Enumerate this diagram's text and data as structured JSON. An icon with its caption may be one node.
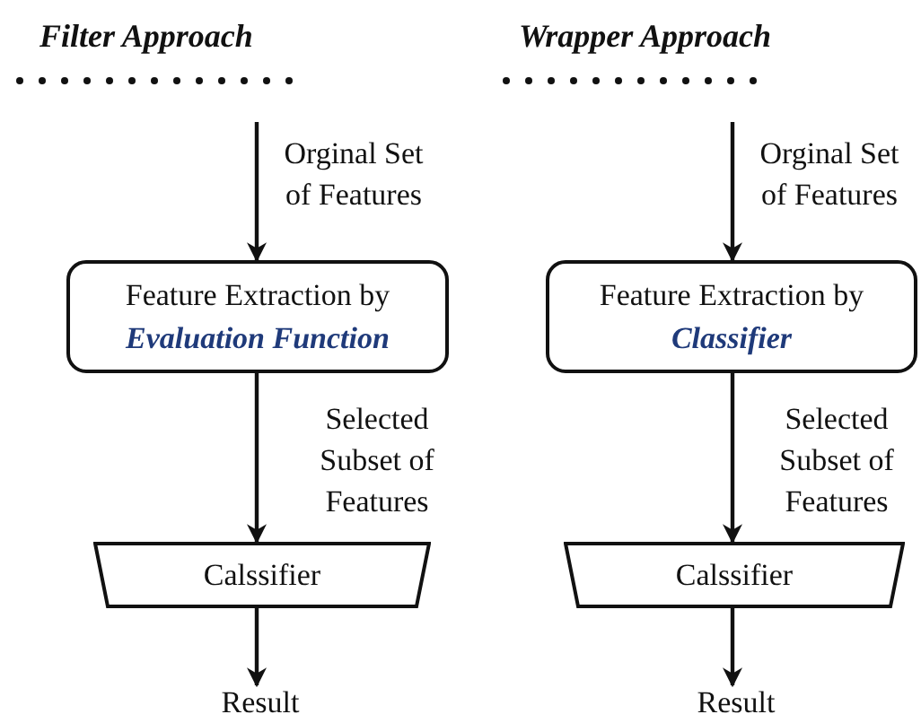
{
  "diagram": {
    "nodes": [
      {
        "text": [
          "Feature Extraction by",
          "Evaluation Function"
        ]
      },
      {
        "text": [
          "Calssifier"
        ]
      },
      {
        "text": [
          "Result"
        ]
      },
      {
        "text": [
          "Feature Extraction by",
          "Classifier"
        ]
      },
      {
        "text": [
          "Calssifier"
        ]
      },
      {
        "text": [
          "Result"
        ]
      }
    ],
    "edges": [
      {
        "from": null,
        "to": 0,
        "arrow": "to",
        "label": "Orginal Set of Features"
      },
      {
        "from": 0,
        "to": 1,
        "arrow": "to",
        "label": "Selected Subset of Features"
      },
      {
        "from": 1,
        "to": 2,
        "arrow": "to"
      },
      {
        "from": null,
        "to": 3,
        "arrow": "to",
        "label": "Orginal Set of Features"
      },
      {
        "from": 3,
        "to": 4,
        "arrow": "to",
        "label": "Selected Subset of Features"
      },
      {
        "from": 4,
        "to": 5,
        "arrow": "to"
      }
    ],
    "labels": [
      "Filter Approach",
      "Wrapper Approach"
    ]
  }
}
